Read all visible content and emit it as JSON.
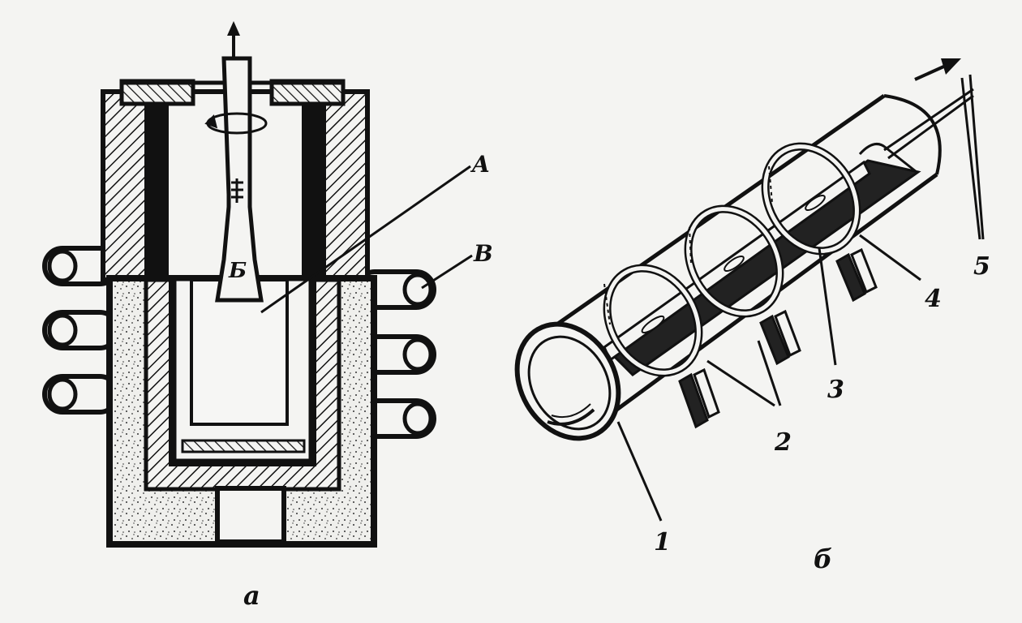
{
  "figure": {
    "left_caption": "a",
    "right_caption": "б",
    "left_labels": {
      "A": "A",
      "B": "B",
      "b": "Б"
    },
    "right_labels": {
      "one": "1",
      "two": "2",
      "three": "3",
      "four": "4",
      "five": "5"
    }
  },
  "colors": {
    "ink": "#111111",
    "paper": "#f4f4f2",
    "speckle": "#333333"
  },
  "icons": [
    "rotation-arrow-icon",
    "up-arrow-icon",
    "motion-arrow-icon"
  ]
}
